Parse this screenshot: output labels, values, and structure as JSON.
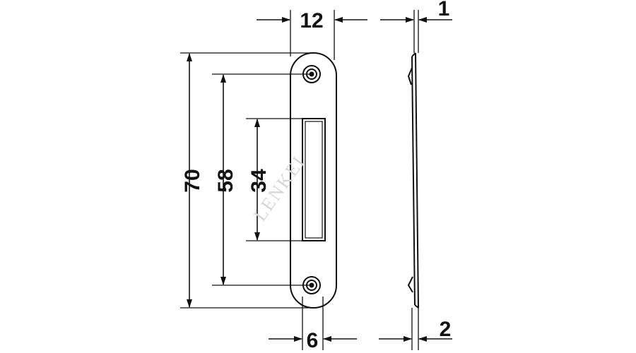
{
  "diagram": {
    "dimensions": {
      "width_top": "12",
      "thickness_top": "1",
      "height_overall": "70",
      "hole_spacing": "58",
      "slot_height": "34",
      "bottom_width": "6",
      "bottom_offset": "2"
    },
    "watermark": "LENKEI",
    "colors": {
      "line": "#111111",
      "watermark": "#d6d6d6"
    }
  }
}
